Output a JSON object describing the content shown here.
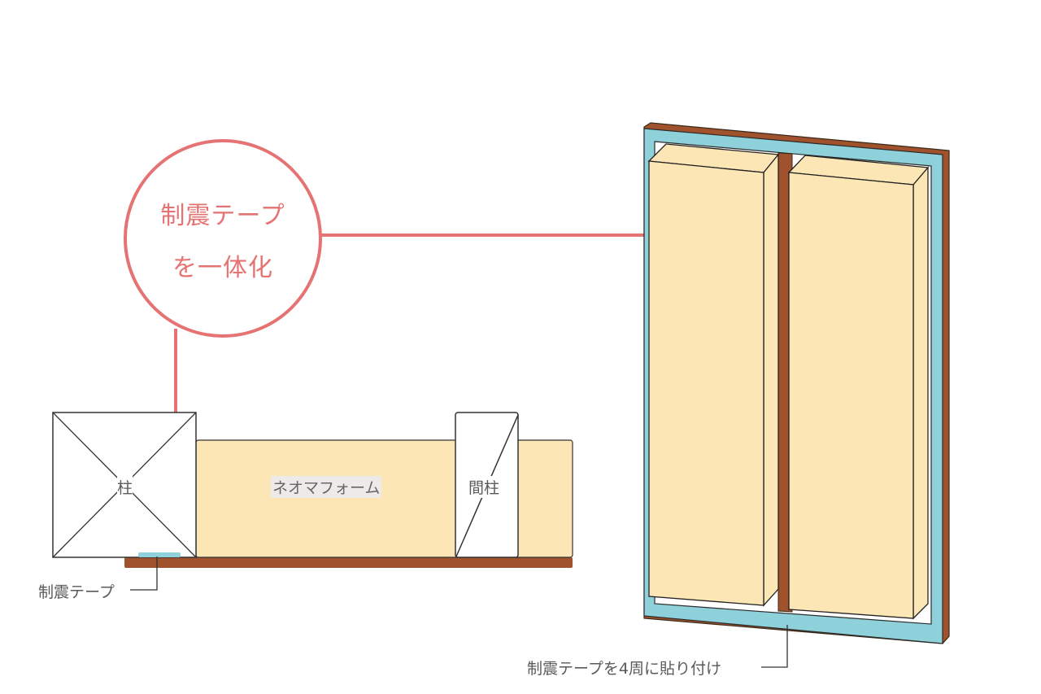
{
  "callout": {
    "line1": "制震テープ",
    "line2": "を一体化",
    "color": "#e57373"
  },
  "section_view": {
    "post_label": "柱",
    "insulation_label": "ネオマフォーム",
    "stud_label": "間柱",
    "tape_label": "制震テープ"
  },
  "elevation_view": {
    "tape_label": "制震テープを4周に貼り付け"
  },
  "colors": {
    "frame_wood": "#a0522d",
    "damping_tape": "#8fd1db",
    "insulation": "#fde6b6",
    "callout": "#e57373",
    "outline": "#222222"
  }
}
